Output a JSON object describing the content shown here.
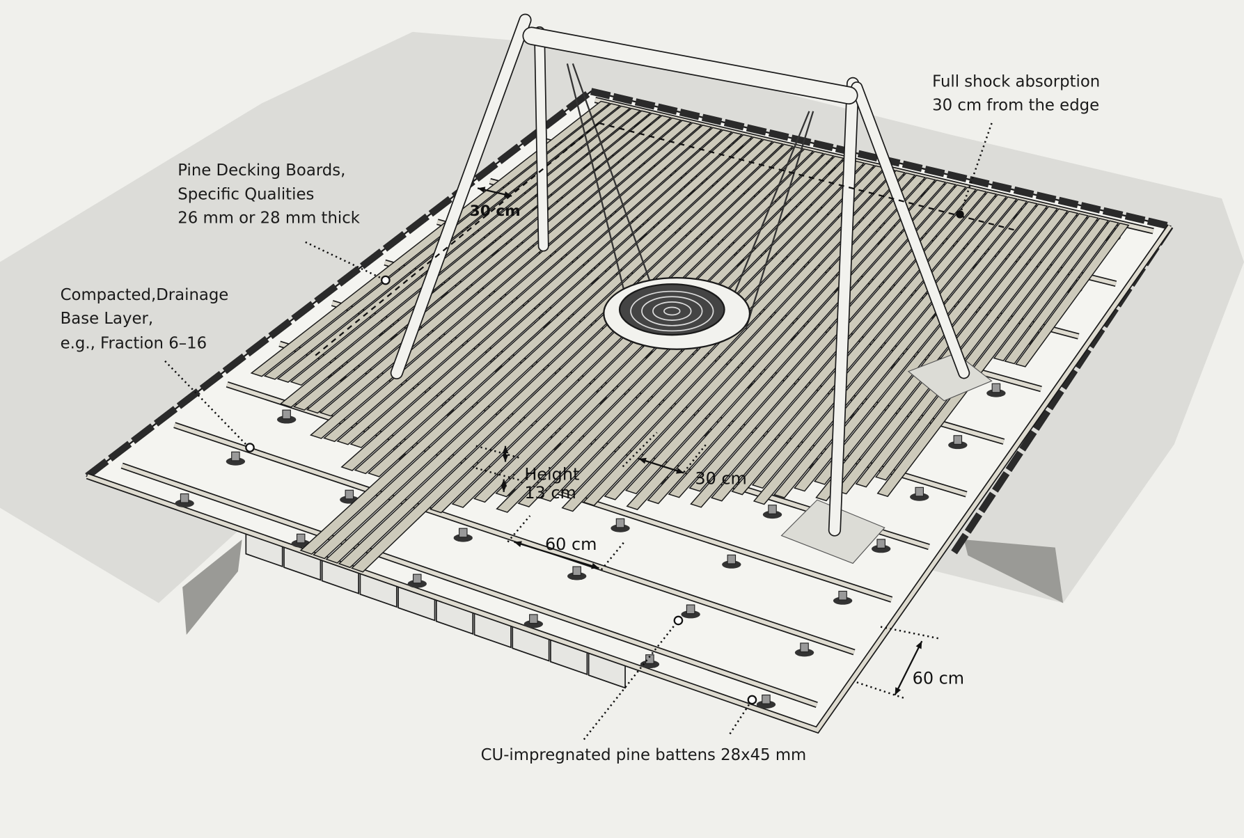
{
  "labels": {
    "decking": [
      "Pine Decking Boards,",
      "Specific Qualities",
      "26 mm or 28 mm thick"
    ],
    "base": [
      "Compacted,Drainage",
      "Base Layer,",
      "e.g., Fraction 6–16"
    ],
    "shock": [
      "Full shock absorption",
      "30 cm from the edge"
    ],
    "battens": "CU-impregnated pine battens 28x45 mm"
  },
  "dimensions": {
    "edge_offset": "30 cm",
    "height": [
      "Height",
      "13 cm"
    ],
    "pedestal_spacing": "30 cm",
    "batten_spacing": "60 cm",
    "frame_spacing": "60 cm"
  },
  "colors": {
    "background": "#f0f0ec",
    "grass": "#d6d6d2",
    "board": "#cdcabb",
    "batten": "#dedbd0",
    "line": "#1a1a1a"
  }
}
